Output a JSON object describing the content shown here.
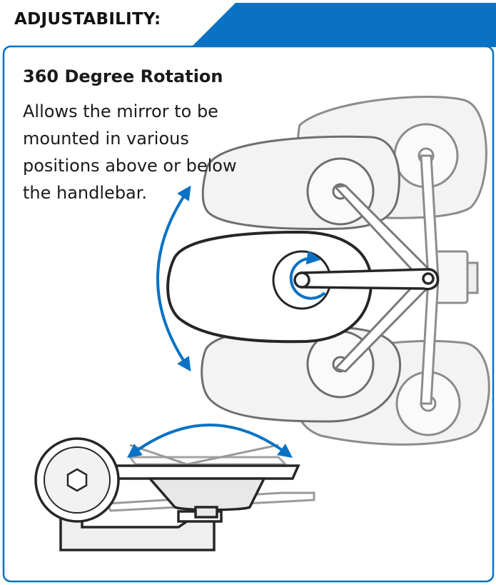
{
  "header": {
    "title": "ADJUSTABILITY:",
    "accent_color": "#0a72c4"
  },
  "section": {
    "heading": "360 Degree Rotation",
    "body": "Allows the mirror to be mounted in various positions above or below the handlebar."
  },
  "colors": {
    "border": "#0a72c4",
    "arrow": "#0a72c4",
    "outline_dark": "#262626",
    "outline_light": "#8c8c8c",
    "fill_light": "#f3f3f3"
  },
  "icons": [
    "rotation-arc-arrow-icon",
    "clockwise-rotation-icon",
    "tilt-arc-arrow-icon",
    "hex-bolt-icon"
  ]
}
